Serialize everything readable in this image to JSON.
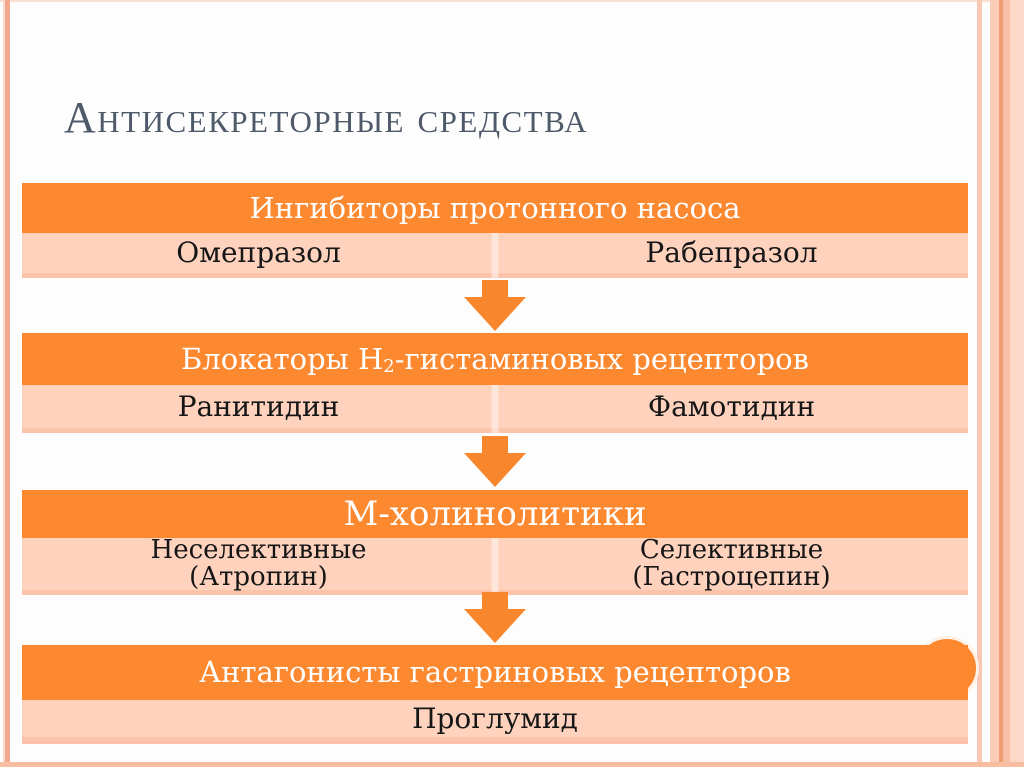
{
  "slide": {
    "title": "Антисекреторные средства"
  },
  "colors": {
    "accent_orange": "#FC8830",
    "arrow_orange": "#F8862D",
    "row_pink": "#FFD2BE",
    "row_pink_dark_strip": "#FBC3A9",
    "frame_salmon": "#F3A88E",
    "title_slate": "#4E5A6A"
  },
  "blocks": [
    {
      "header": "Ингибиторы протонного насоса",
      "cells": [
        "Омепразол",
        "Рабепразол"
      ]
    },
    {
      "header_prefix": "Блокаторы Н",
      "header_subscript": "2",
      "header_suffix": "-гистаминовых рецепторов",
      "cells": [
        "Ранитидин",
        "Фамотидин"
      ]
    },
    {
      "header": "М-холинолитики",
      "cells": [
        {
          "line1": "Неселективные",
          "line2": "(Атропин)"
        },
        {
          "line1": "Селективные",
          "line2": "(Гастроцепин)"
        }
      ]
    },
    {
      "header": "Антагонисты гастриновых рецепторов",
      "cells": [
        "Проглумид"
      ]
    }
  ]
}
